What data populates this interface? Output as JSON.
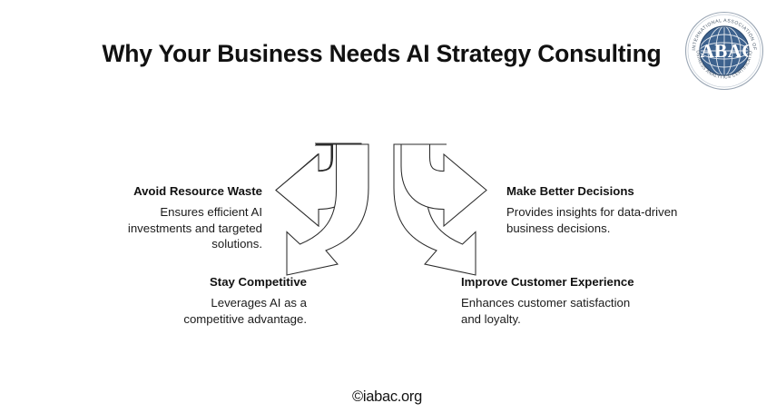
{
  "page": {
    "title": "Why Your Business Needs AI Strategy Consulting",
    "footer": "©iabac.org",
    "background_color": "#ffffff",
    "text_color": "#111111"
  },
  "logo": {
    "name": "IABAC",
    "acronym": "IABAC",
    "arc_text_top": "INTERNATIONAL ASSOCIATION OF",
    "arc_text_bottom": "BUSINESS ANALYTICS CERTIFICATION",
    "globe_color": "#3d628e",
    "globe_color_dark": "#2c4a6e",
    "ring_color": "#8c99a8"
  },
  "diagram": {
    "type": "four-way-curved-arrows",
    "stroke_color": "#2b2b2b",
    "fill_color": "#ffffff",
    "arrows": [
      {
        "name": "arrow-left",
        "direction": "left"
      },
      {
        "name": "arrow-down-left",
        "direction": "down-left"
      },
      {
        "name": "arrow-down-right",
        "direction": "down-right"
      },
      {
        "name": "arrow-right",
        "direction": "right"
      }
    ]
  },
  "callouts": [
    {
      "id": "avoid-resource-waste",
      "heading": "Avoid Resource Waste",
      "body": "Ensures efficient AI investments and targeted solutions.",
      "align": "right",
      "position": "top-left"
    },
    {
      "id": "make-better-decisions",
      "heading": "Make Better Decisions",
      "body": "Provides insights for data-driven business decisions.",
      "align": "left",
      "position": "top-right"
    },
    {
      "id": "stay-competitive",
      "heading": "Stay Competitive",
      "body": "Leverages AI as a competitive advantage.",
      "align": "right",
      "position": "bottom-left"
    },
    {
      "id": "improve-customer-experience",
      "heading": "Improve Customer Experience",
      "body": "Enhances customer satisfaction and loyalty.",
      "align": "left",
      "position": "bottom-right"
    }
  ]
}
